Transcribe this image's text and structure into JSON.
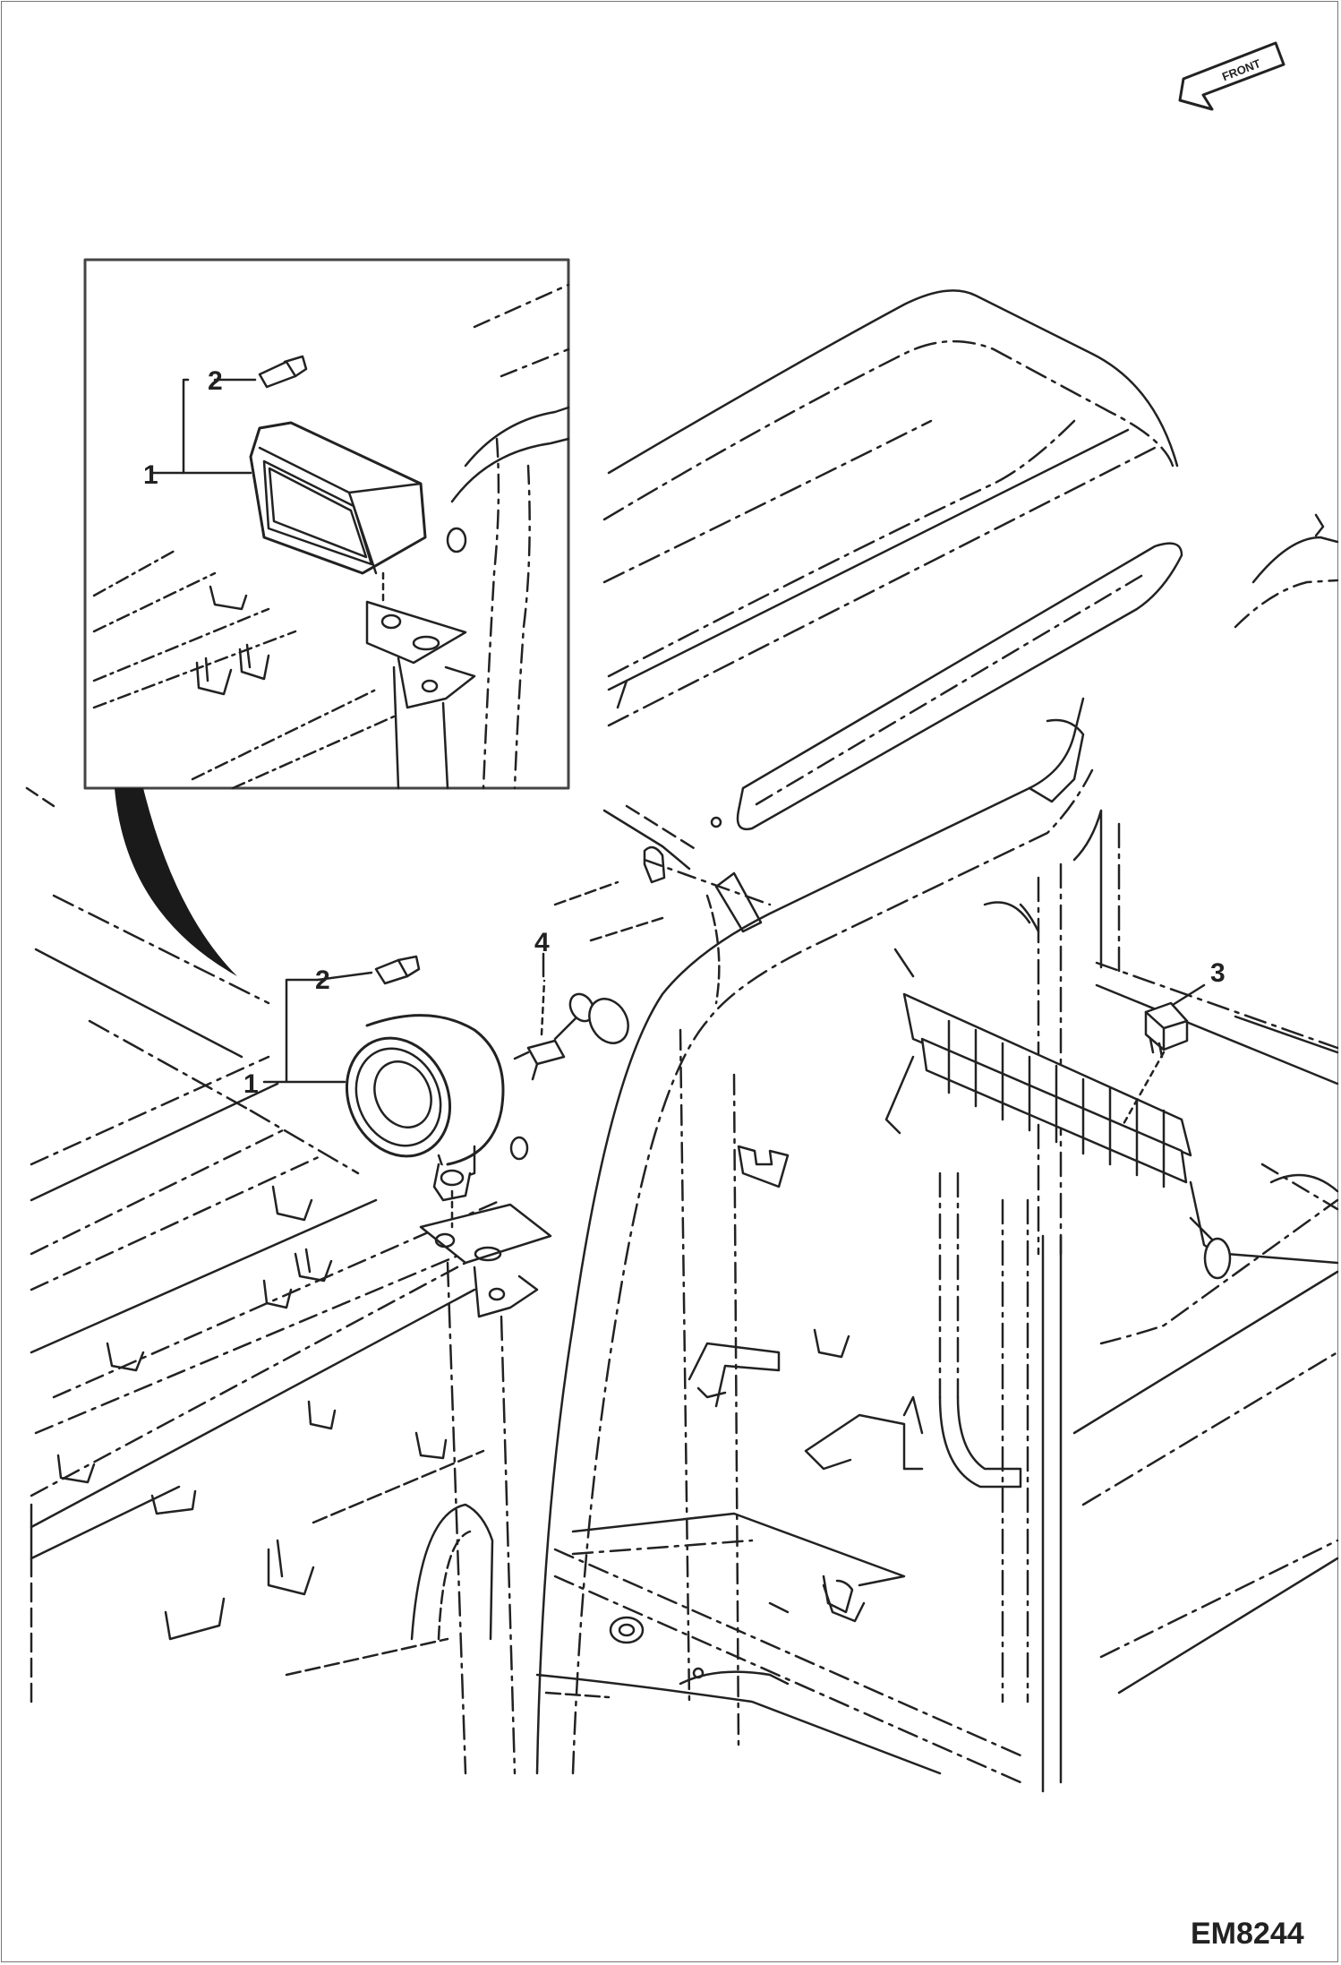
{
  "diagram": {
    "figure_code": "EM8244",
    "front_arrow_label": "FRONT",
    "inset": {
      "callouts": [
        {
          "id": "1",
          "label": "1"
        },
        {
          "id": "2",
          "label": "2"
        }
      ]
    },
    "main": {
      "callouts": [
        {
          "id": "1",
          "label": "1"
        },
        {
          "id": "2",
          "label": "2"
        },
        {
          "id": "3",
          "label": "3"
        },
        {
          "id": "4",
          "label": "4"
        }
      ]
    },
    "colors": {
      "line": "#222222",
      "background": "#ffffff"
    }
  }
}
